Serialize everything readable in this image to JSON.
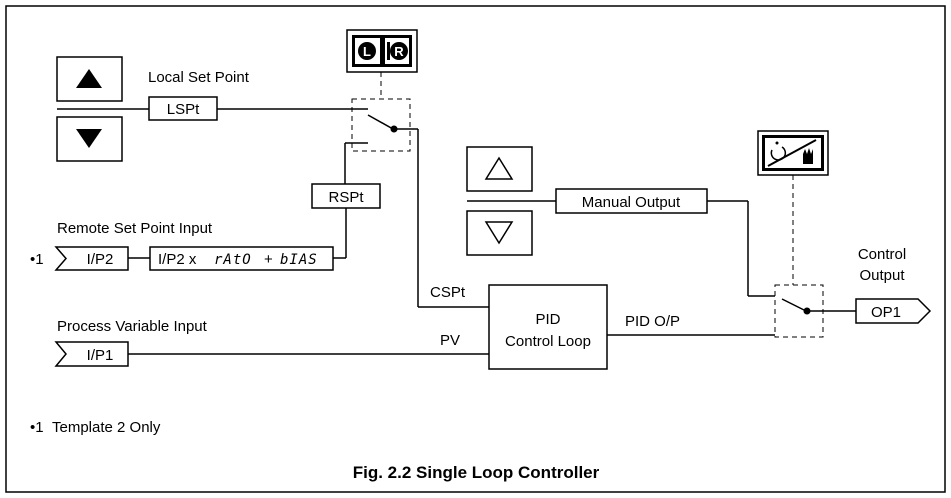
{
  "labels": {
    "local_set_point": "Local Set Point",
    "lspt": "LSPt",
    "rspt": "RSPt",
    "remote_set_point_input": "Remote Set Point Input",
    "note_marker": "•1",
    "ip2": "I/P2",
    "ratio_bias_prefix": "I/P2 x",
    "ratio_code": "rAtO",
    "plus": "+",
    "bias_code": "bIAS",
    "cspt": "CSPt",
    "pid_line1": "PID",
    "pid_line2": "Control Loop",
    "pid_op": "PID O/P",
    "process_variable_input": "Process Variable Input",
    "ip1": "I/P1",
    "pv": "PV",
    "manual_output": "Manual Output",
    "control_output_1": "Control",
    "control_output_2": "Output",
    "op1": "OP1",
    "footnote": "Template 2 Only",
    "caption": "Fig. 2.2 Single Loop Controller"
  },
  "icons": {
    "local_remote_key": [
      "local-L-icon",
      "remote-R-icon"
    ],
    "auto_manual_key": [
      "auto-icon",
      "manual-hand-icon"
    ],
    "raise": "up-arrow-icon",
    "lower": "down-arrow-icon"
  }
}
